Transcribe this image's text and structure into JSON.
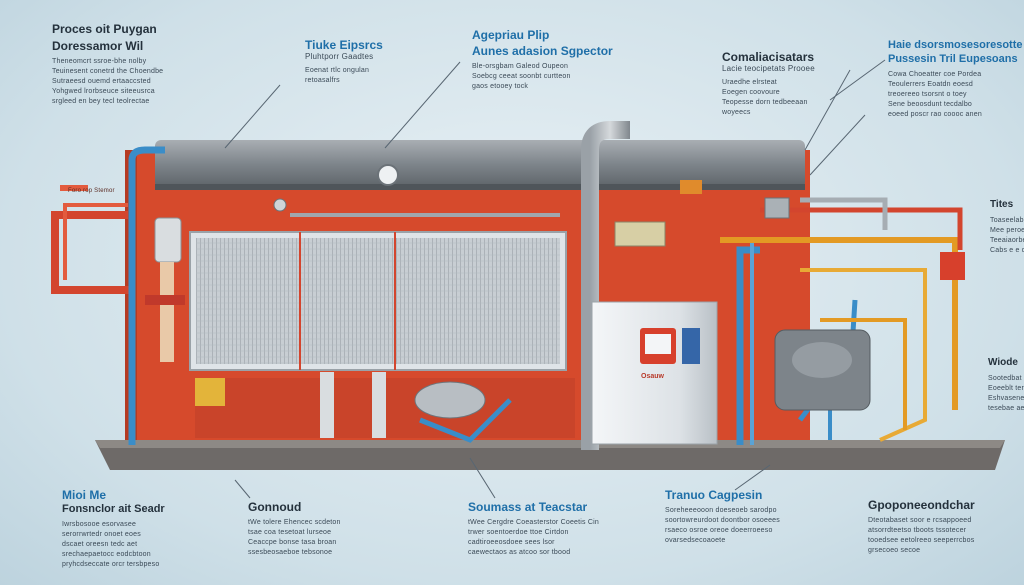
{
  "labels": {
    "top_left": {
      "title_a": "Proces oit Puygan",
      "title_b": "Doressamor Wil",
      "lines": [
        "Theneomcrt ssroe-bhe nolby",
        "Teuinesent conetrd the Choendbe",
        "Sutraeesd ouemd ertaaccsted",
        "Yohgwed lrorbseuce siteeusrca",
        "srgleed en bey tecl teolrectae"
      ]
    },
    "top_center_left": {
      "title_a": "Tiuke Eipsrcs",
      "title_b": "Pluhtporr Gaadtes",
      "lines": [
        "Eoenat rtlc ongulan",
        "retoasalfrs"
      ]
    },
    "top_center": {
      "title_a": "Agepriau Plip",
      "title_b": "Aunes adasion Sgpector",
      "lines": [
        "Ble-orsgbam Galeod Oupeon",
        "Soebcg ceeat soonbt curtteon",
        "gaos etooey tock"
      ]
    },
    "top_right": {
      "title_a": "Comaliacisatars",
      "title_b": "Lacie teocipetats Prooee",
      "lines": [
        "Uraedhe elrsteat",
        "Eoegen coovoure",
        "Teopesse dorn tedbeeaan",
        "woyeecs"
      ]
    },
    "far_right_top": {
      "title_a": "Haie dsorsmosesoresotte",
      "title_b": "Pussesin Tril Eupesoans",
      "lines": [
        "Cowa Choeatter coe Pordea",
        "Teoulerrers Eoatdn eoesd",
        "treoereeo tsorsnt o toey",
        "Sene beoosdunt tecdalbo",
        "eoeed poscr rao coooc anen"
      ]
    },
    "far_right_mid": {
      "title_a": "Tites",
      "lines": [
        "Toaseelabr",
        "Mee peroels",
        "Teeaiaorbe",
        "Cabs e e dee"
      ]
    },
    "far_right_low": {
      "title_a": "Wiode",
      "lines": [
        "Sootedbat",
        "Eoeeblt ter",
        "Eshvasenee",
        "tesebae aeo"
      ]
    },
    "bottom_far_left": {
      "title_a": "Mioi Me",
      "title_b": "Fonsnclor ait Seadr",
      "lines": [
        "Iwrsbosooe esorvasee",
        "serorrwrtedr onoet eoes",
        "dscaet oreesn tedc aet",
        "srechaepaetocc eodcbtoon",
        "pryhcdseccate orcr tersbpeso"
      ]
    },
    "bottom_left": {
      "title_a": "Gonnoud",
      "lines": [
        "tWe tolere Ehencec scdeton",
        "tsae coa tesetoat lurseoe",
        "Ceaccpe bonse tasa broan",
        "ssesbeosaeboe tebsonoe"
      ]
    },
    "bottom_center": {
      "title_a": "Soumass at Teacstar",
      "lines": [
        "tWee Cergdre Coeasterstor Coeetis Cin",
        "trwer soentoerdoe ttoe Cirtdon",
        "cadtiroeeosdoee sees lsor",
        "caewectaos as atcoo sor tbood"
      ]
    },
    "bottom_center_right": {
      "title_a": "Tranuo Cagpesin",
      "lines": [
        "Soreheeeooon doeseoeb sarodpo",
        "soortowreurdoot doontbor osoeees",
        "rsaeco osroe oreoe doeerroeeso",
        "ovarsedsecoaoete"
      ]
    },
    "bottom_right": {
      "title_a": "Gpoponeeondchar",
      "lines": [
        "Dteotabaset soor e rcsappoeed",
        "atsorrdteetso tboots tssotecer",
        "tooedsee eetolreeo seeperrcbos",
        "grsecoeo secoe"
      ]
    },
    "unit_pipe": "Foro rop Stemor"
  },
  "controller": {
    "brand": "Osauw"
  },
  "colors": {
    "frame_red": "#d64a2c",
    "pipe_red": "#d3452e",
    "pipe_blue": "#3a8dc8",
    "pipe_orange": "#e39a24",
    "tank_grey": "#8a9096",
    "cabinet": "#e8ebee"
  }
}
